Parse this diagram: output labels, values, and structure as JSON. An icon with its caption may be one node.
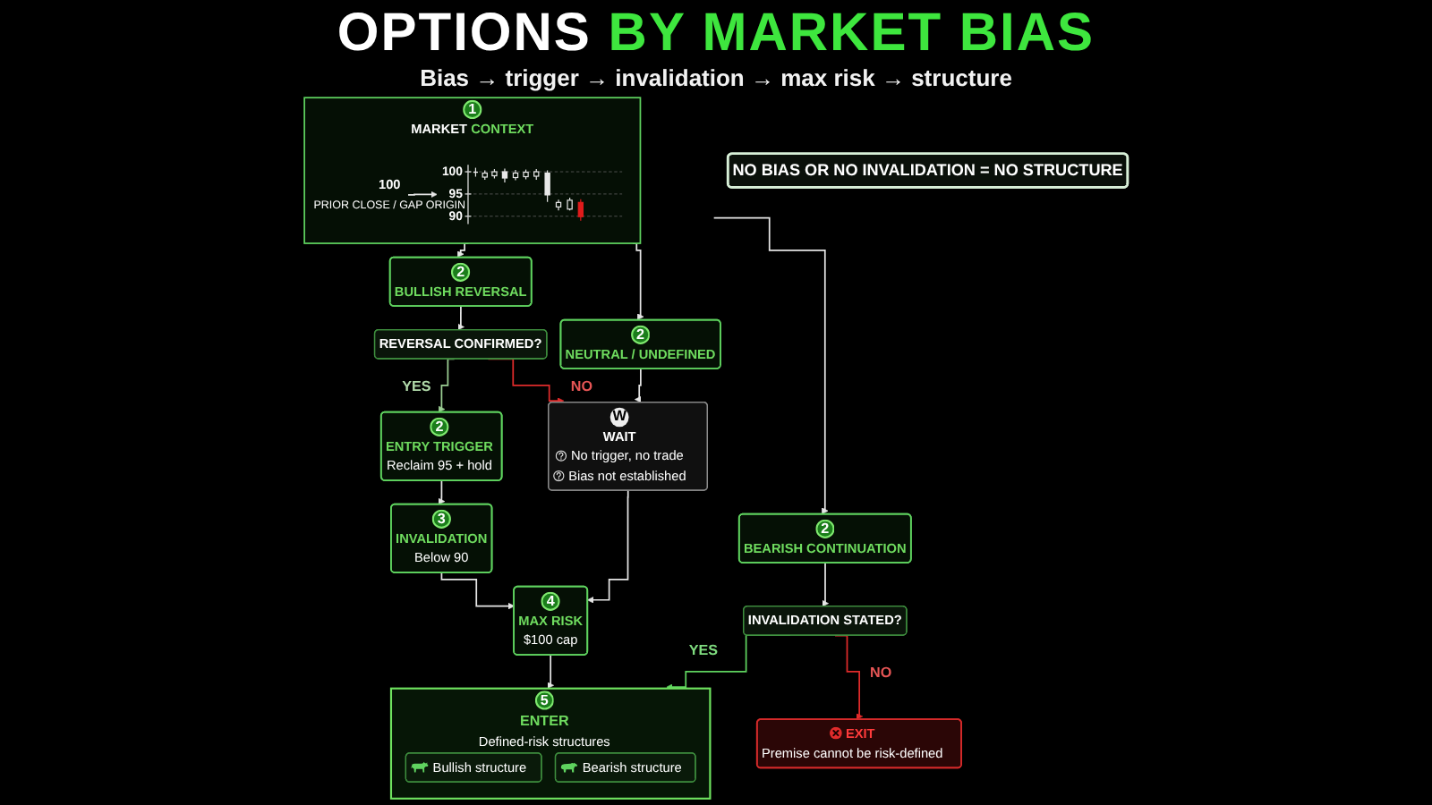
{
  "diagram": {
    "title": "OPTIONS BY MARKET BIAS",
    "nodes": [
      {
        "text": [
          "1",
          "MARKET CONTEXT"
        ]
      },
      {
        "text": [],
        "shape": "picture",
        "in": 0,
        "beside": [
          "100",
          "95",
          "90"
        ]
      },
      {
        "text": [
          "100",
          "PRIOR CLOSE / GAP ORIGIN"
        ],
        "in": 0
      },
      {
        "text": [
          "2",
          "BULLISH REVERSAL"
        ]
      },
      {
        "text": [
          "2",
          "NEUTRAL / UNDEFINED"
        ]
      },
      {
        "text": [
          "2",
          "BEARISH CONTINUATION"
        ]
      },
      {
        "text": [
          "REVERSAL CONFIRMED?"
        ]
      },
      {
        "text": [
          "INVALIDATION STATED?"
        ]
      },
      {
        "text": [
          "W",
          "WAIT",
          "No trigger, no trade",
          "Bias not established"
        ]
      },
      {
        "text": [
          "EXIT",
          "Premise cannot be risk-defined"
        ]
      },
      {
        "text": [
          "2",
          "ENTRY TRIGGER",
          "Reclaim 95 + hold"
        ]
      },
      {
        "text": [
          "3",
          "INVALIDATION",
          "Below 90"
        ]
      },
      {
        "text": [
          "4",
          "MAX RISK",
          "$100 cap"
        ]
      },
      {
        "text": [
          "5",
          "ENTER",
          "Defined-risk structures"
        ]
      },
      {
        "text": [
          "Bullish structure"
        ],
        "in": 13
      },
      {
        "text": [
          "Bearish structure"
        ],
        "in": 13
      },
      {
        "text": [
          "NO BIAS OR NO INVALIDATION = NO STRUCTURE"
        ]
      }
    ],
    "edges": [
      {
        "from": 2,
        "to": 1,
        "arrow": "to"
      },
      {
        "from": 0,
        "to": 3,
        "arrow": "to"
      },
      {
        "from": 0,
        "to": 4,
        "arrow": "to"
      },
      {
        "from": 0,
        "to": 5,
        "arrow": "to"
      },
      {
        "from": 3,
        "to": 6,
        "arrow": "to"
      },
      {
        "from": 4,
        "to": 8,
        "arrow": "to"
      },
      {
        "from": 5,
        "to": 7,
        "arrow": "to"
      },
      {
        "from": 6,
        "to": 10,
        "arrow": "to",
        "label": "YES",
        "color": "#9ccf94"
      },
      {
        "from": 6,
        "to": 8,
        "arrow": "to",
        "label": "NO",
        "color": "#e02b2b"
      },
      {
        "from": 7,
        "to": 13,
        "arrow": "to",
        "label": "YES",
        "color": "#5fd35f"
      },
      {
        "from": 7,
        "to": 9,
        "arrow": "to",
        "label": "NO",
        "color": "#e02b2b"
      },
      {
        "from": 8,
        "to": 12,
        "arrow": "to"
      },
      {
        "from": 10,
        "to": 11,
        "arrow": "to"
      },
      {
        "from": 11,
        "to": 12,
        "arrow": "to"
      },
      {
        "from": 12,
        "to": 13,
        "arrow": "to"
      }
    ],
    "labels": [
      "Bias → trigger → invalidation → max risk → structure"
    ]
  }
}
